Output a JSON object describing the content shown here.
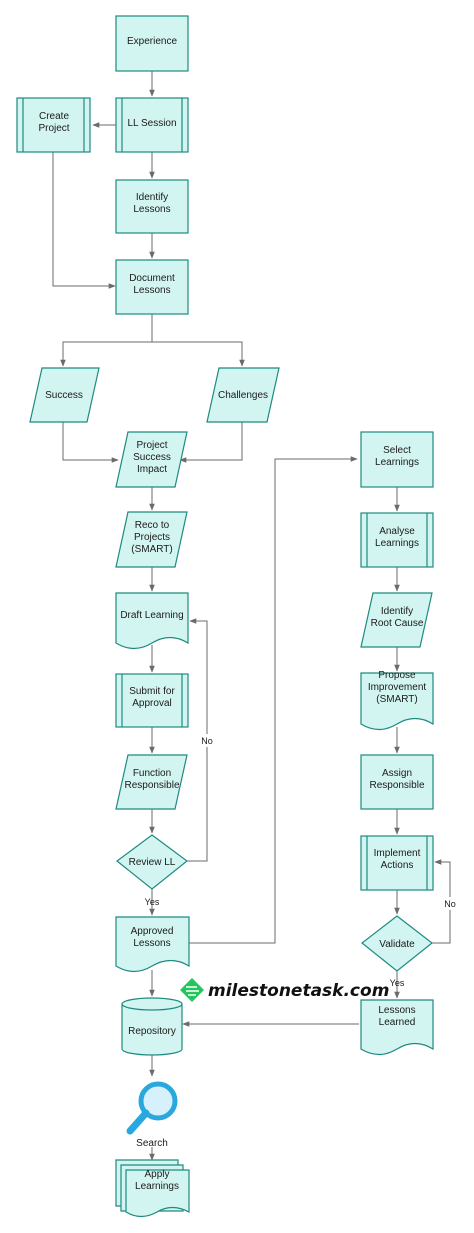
{
  "nodes": {
    "experience": "Experience",
    "ll_session": "LL Session",
    "create_project": "Create\nProject",
    "identify_lessons": "Identify\nLessons",
    "document_lessons": "Document\nLessons",
    "success": "Success",
    "challenges": "Challenges",
    "project_success_impact": "Project\nSuccess\nImpact",
    "reco_to_projects": "Reco to\nProjects\n(SMART)",
    "draft_learning": "Draft Learning",
    "submit_for_approval": "Submit for\nApproval",
    "function_responsible": "Function\nResponsible",
    "review_ll": "Review LL",
    "approved_lessons": "Approved\nLessons",
    "repository": "Repository",
    "search": "Search",
    "apply_learnings": "Apply\nLearnings",
    "select_learnings": "Select\nLearnings",
    "analyse_learnings": "Analyse\nLearnings",
    "identify_root_cause": "Identify\nRoot Cause",
    "propose_improvement": "Propose\nImprovement\n(SMART)",
    "assign_responsible": "Assign\nResponsible",
    "implement_actions": "Implement\nActions",
    "validate": "Validate",
    "lessons_learned": "Lessons\nLearned"
  },
  "edge_labels": {
    "review_no": "No",
    "review_yes": "Yes",
    "validate_no": "No",
    "validate_yes": "Yes"
  },
  "watermark": "milestonetask.com",
  "colors": {
    "fill": "#d3f5f1",
    "stroke": "#1f8a80",
    "connector": "#6b6b6b",
    "search_icon": "#29a8e0",
    "logo_green": "#22c55e"
  }
}
